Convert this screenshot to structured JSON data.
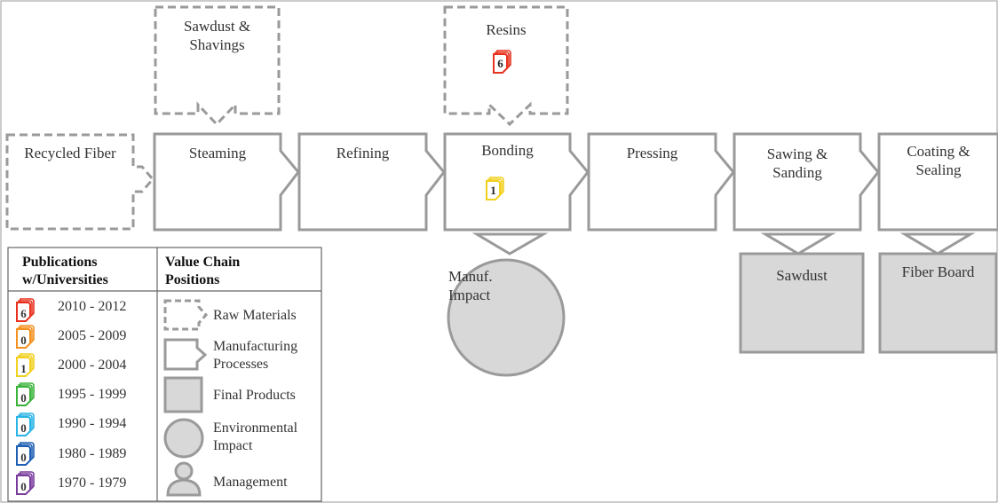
{
  "raw_materials": {
    "recycled_fiber": "Recycled Fiber",
    "sawdust_shavings": "Sawdust &\nShavings",
    "resins": "Resins"
  },
  "processes": {
    "steaming": "Steaming",
    "refining": "Refining",
    "bonding": "Bonding",
    "pressing": "Pressing",
    "sawing_sanding": "Sawing &\nSanding",
    "coating_sealing": "Coating &\nSealing"
  },
  "products": {
    "sawdust": "Sawdust",
    "fiber_board": "Fiber Board"
  },
  "impacts": {
    "manuf_impact": "Manuf.\nImpact"
  },
  "badges": {
    "resins_count": "6",
    "bonding_count": "1"
  },
  "legend": {
    "publications_header": "Publications\nw/Universities",
    "value_chain_header": "Value Chain\nPositions",
    "periods": [
      {
        "count": "6",
        "label": "2010 - 2012",
        "color": "#e8321e"
      },
      {
        "count": "0",
        "label": "2005 - 2009",
        "color": "#f5901e"
      },
      {
        "count": "1",
        "label": "2000 - 2004",
        "color": "#f2d01e"
      },
      {
        "count": "0",
        "label": "1995 - 1999",
        "color": "#3ab33a"
      },
      {
        "count": "0",
        "label": "1990 - 1994",
        "color": "#2ab4e6"
      },
      {
        "count": "0",
        "label": "1980 - 1989",
        "color": "#1e5fb4"
      },
      {
        "count": "0",
        "label": "1970 - 1979",
        "color": "#7a3c9c"
      }
    ],
    "positions": {
      "raw_materials": "Raw Materials",
      "manufacturing": "Manufacturing\nProcesses",
      "final_products": "Final Products",
      "environmental": "Environmental\nImpact",
      "management": "Management"
    }
  }
}
